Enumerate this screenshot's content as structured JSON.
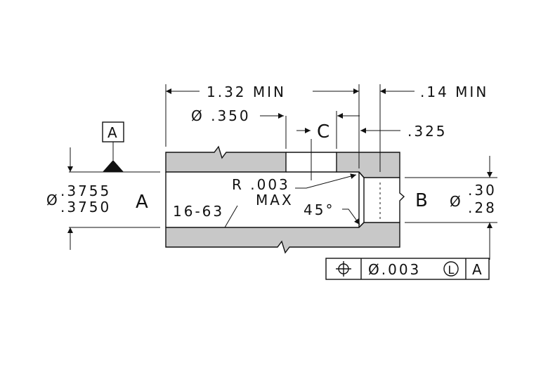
{
  "colors": {
    "section_fill": "#c8c8c8",
    "ink": "#111111",
    "background": "#ffffff"
  },
  "dimensions": {
    "length_min": "1.32  MIN",
    "wall_min": ".14 MIN",
    "bore_diameter": "Ø .350",
    "groove_depth": ".325",
    "bore_tol_upper": ".3755",
    "bore_tol_lower": ".3750",
    "bore_tol_symbol": "Ø",
    "small_dia_upper": ".30",
    "small_dia_lower": ".28",
    "small_dia_symbol": "Ø",
    "radius": "R .003",
    "radius_note": "MAX",
    "chamfer_angle": "45°",
    "surface_finish": "16-63"
  },
  "datums": {
    "datum_flag": "A",
    "label_a": "A",
    "label_b": "B",
    "label_c": "C"
  },
  "feature_control_frame": {
    "symbol_icon": "position-icon",
    "tolerance": "Ø.003",
    "modifier": "L",
    "datum_ref": "A"
  }
}
